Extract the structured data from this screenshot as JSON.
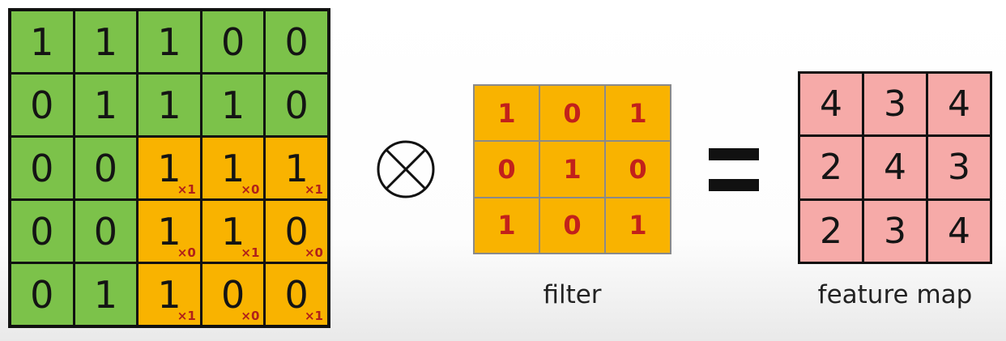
{
  "input_matrix": {
    "rows": [
      [
        {
          "v": "1",
          "c": "green"
        },
        {
          "v": "1",
          "c": "green"
        },
        {
          "v": "1",
          "c": "green"
        },
        {
          "v": "0",
          "c": "green"
        },
        {
          "v": "0",
          "c": "green"
        }
      ],
      [
        {
          "v": "0",
          "c": "green"
        },
        {
          "v": "1",
          "c": "green"
        },
        {
          "v": "1",
          "c": "green"
        },
        {
          "v": "1",
          "c": "green"
        },
        {
          "v": "0",
          "c": "green"
        }
      ],
      [
        {
          "v": "0",
          "c": "green"
        },
        {
          "v": "0",
          "c": "green"
        },
        {
          "v": "1",
          "c": "orange",
          "w": "×1"
        },
        {
          "v": "1",
          "c": "orange",
          "w": "×0"
        },
        {
          "v": "1",
          "c": "orange",
          "w": "×1"
        }
      ],
      [
        {
          "v": "0",
          "c": "green"
        },
        {
          "v": "0",
          "c": "green"
        },
        {
          "v": "1",
          "c": "orange",
          "w": "×0"
        },
        {
          "v": "1",
          "c": "orange",
          "w": "×1"
        },
        {
          "v": "0",
          "c": "orange",
          "w": "×0"
        }
      ],
      [
        {
          "v": "0",
          "c": "green"
        },
        {
          "v": "1",
          "c": "green"
        },
        {
          "v": "1",
          "c": "orange",
          "w": "×1"
        },
        {
          "v": "0",
          "c": "orange",
          "w": "×0"
        },
        {
          "v": "0",
          "c": "orange",
          "w": "×1"
        }
      ]
    ],
    "colors": {
      "green": "#7cc24a",
      "orange": "#f9b300",
      "weight_text": "#b0201a"
    }
  },
  "operator": {
    "icon": "convolution-circled-times-icon"
  },
  "filter": {
    "rows": [
      [
        "1",
        "0",
        "1"
      ],
      [
        "0",
        "1",
        "0"
      ],
      [
        "1",
        "0",
        "1"
      ]
    ],
    "caption": "filter",
    "colors": {
      "fill": "#f9b300",
      "text": "#c2211b"
    }
  },
  "equals": {
    "icon": "equals-icon"
  },
  "feature_map": {
    "rows": [
      [
        "4",
        "3",
        "4"
      ],
      [
        "2",
        "4",
        "3"
      ],
      [
        "2",
        "3",
        "4"
      ]
    ],
    "caption": "feature map",
    "colors": {
      "fill": "#f6aaa8"
    }
  }
}
